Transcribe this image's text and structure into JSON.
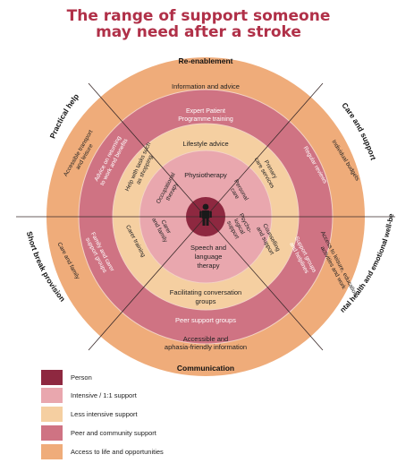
{
  "title_line1": "The range of support someone",
  "title_line2": "may need after a stroke",
  "colors": {
    "person": "#8e2840",
    "intensive": "#e9a7ae",
    "less_intensive": "#f5cfa1",
    "peer": "#cf7383",
    "access": "#efac7a",
    "divider": "#3a2a2a",
    "title": "#b03048"
  },
  "icons": {
    "center": "person-icon"
  },
  "sectors": {
    "top": "Re-enablement",
    "bottom": "Communication",
    "upper_left": "Practical help",
    "upper_right": "Care and support",
    "lower_left": "Short break provision",
    "lower_right": "Mental health and emotional well-being"
  },
  "ring_labels": {
    "info_advice": "Information and advice",
    "expert_patient_1": "Expert Patient",
    "expert_patient_2": "Programme training",
    "lifestyle": "Lifestyle advice",
    "physiotherapy": "Physiotherapy",
    "speech_1": "Speech and",
    "speech_2": "language",
    "speech_3": "therapy",
    "facilitating_1": "Facilitating conversation",
    "facilitating_2": "groups",
    "peer_support": "Peer support groups",
    "accessible_1": "Accessible and",
    "accessible_2": "aphasia-friendly information",
    "accessible_transport_1": "Accessible transport",
    "accessible_transport_2": "and leisure",
    "returning_1": "Advice on returning",
    "returning_2": "to work and benefits",
    "help_tasks_1": "Help with tasks such",
    "help_tasks_2": "as shopping",
    "occupational_1": "Occupational",
    "occupational_2": "therapy",
    "individual_budgets": "Individual budgets",
    "regular_reviews": "Regular reviews",
    "primary_care_1": "Primary",
    "primary_care_2": "care services",
    "personal_care_1": "Personal",
    "personal_care_2": "care",
    "psychological_1": "Psycho-",
    "psychological_2": "logical",
    "psychological_3": "support",
    "counselling_1": "Counselling",
    "counselling_2": "and support",
    "support_groups_1": "Support groups",
    "support_groups_2": "and helplines",
    "leisure_1": "Access to leisure, education,",
    "leisure_2": "activities and work",
    "care_family_outer": "Care and family",
    "family_carer_1": "Family and carer",
    "family_carer_2": "support groups",
    "carer_training": "Carer training",
    "carer_family_1": "Carer",
    "carer_family_2": "and family"
  },
  "legend": [
    {
      "label": "Person",
      "color": "#8e2840"
    },
    {
      "label": "Intensive / 1:1 support",
      "color": "#e9a7ae"
    },
    {
      "label": "Less intensive support",
      "color": "#f5cfa1"
    },
    {
      "label": "Peer and community support",
      "color": "#cf7383"
    },
    {
      "label": "Access to life and opportunities",
      "color": "#efac7a"
    }
  ]
}
